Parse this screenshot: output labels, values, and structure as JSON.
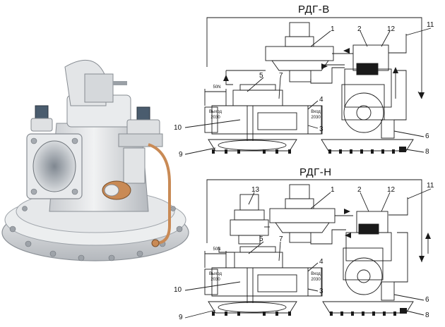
{
  "colors": {
    "metal": "#e4e6e8",
    "metal_dark": "#b9bdc2",
    "line": "#1a1a1a",
    "copper": "#c98a55",
    "accent_blue": "#4a5c6e"
  },
  "diagram_top": {
    "title": "РДГ-В",
    "callouts": [
      "1",
      "2",
      "12",
      "11",
      "5",
      "7",
      "4",
      "3",
      "10",
      "9",
      "6",
      "8"
    ],
    "dim_label": "50N",
    "outlet_label": "Выход",
    "outlet_size": "2030",
    "inlet_label": "Вход",
    "inlet_size": "2030"
  },
  "diagram_bottom": {
    "title": "РДГ-Н",
    "callouts": [
      "13",
      "1",
      "2",
      "12",
      "11",
      "5",
      "7",
      "4",
      "3",
      "10",
      "9",
      "6",
      "8"
    ],
    "dim_label": "50N",
    "outlet_label": "Выход",
    "outlet_size": "2030",
    "inlet_label": "Вход",
    "inlet_size": "2030"
  }
}
